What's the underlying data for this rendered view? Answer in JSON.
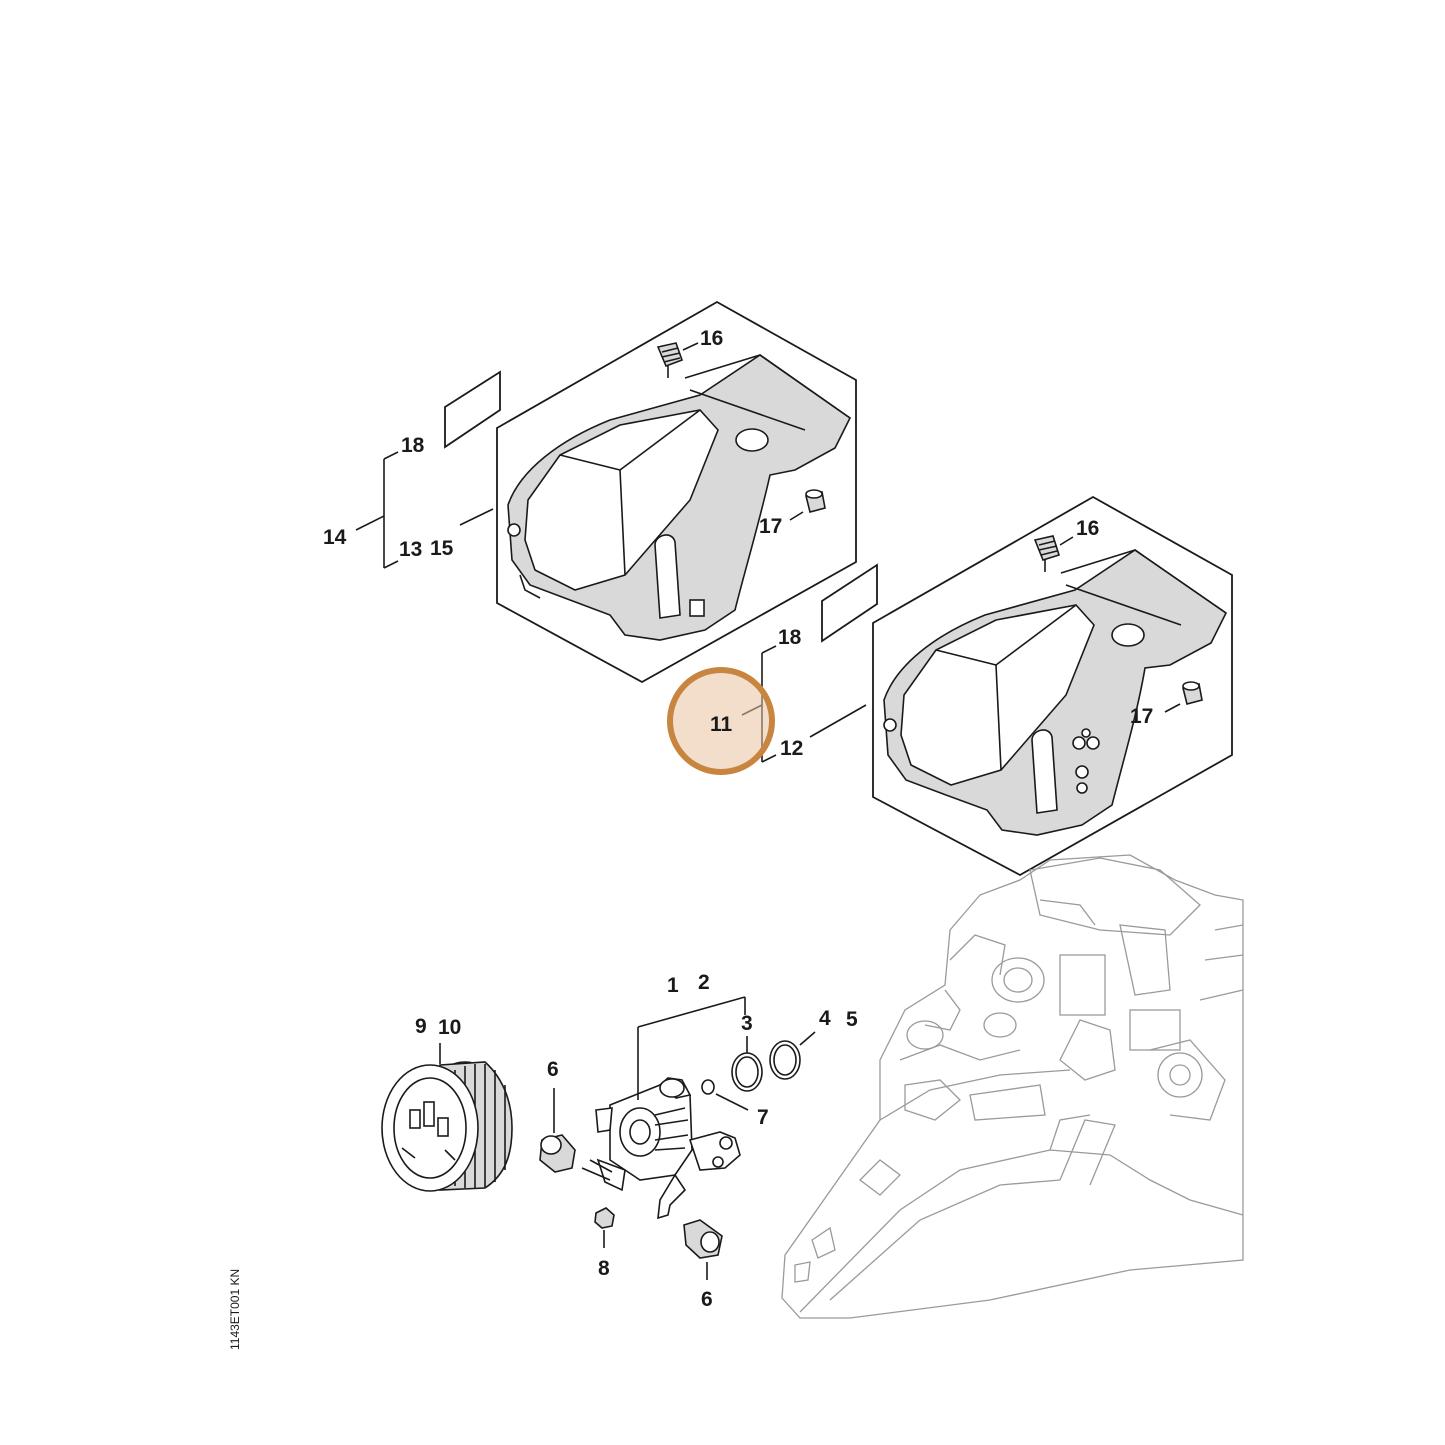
{
  "highlight": {
    "label": "11",
    "color": "#c8853f"
  },
  "callouts": {
    "c1": "1",
    "c2": "2",
    "c3": "3",
    "c4": "4",
    "c5": "5",
    "c6a": "6",
    "c6b": "6",
    "c7": "7",
    "c8": "8",
    "c9": "9",
    "c10": "10",
    "c11": "11",
    "c12": "12",
    "c13": "13",
    "c14": "14",
    "c15": "15",
    "c16a": "16",
    "c16b": "16",
    "c17a": "17",
    "c17b": "17",
    "c18a": "18",
    "c18b": "18"
  },
  "drawing_code": "1143ET001 KN"
}
